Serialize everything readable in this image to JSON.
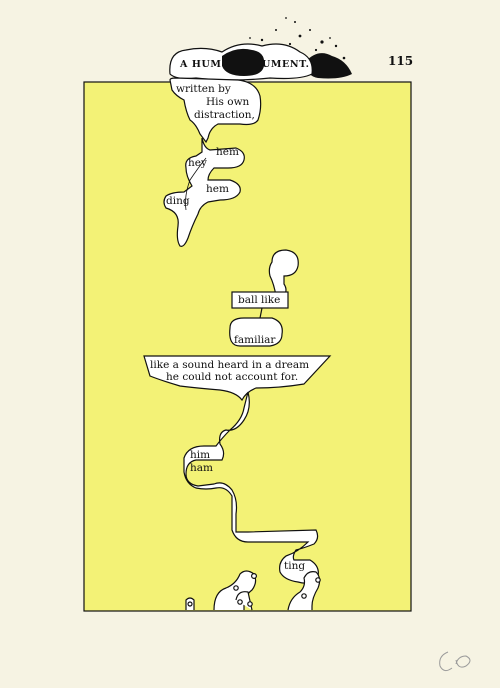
{
  "header": {
    "left": "A HUM",
    "right": "UMENT.",
    "page_number": "115"
  },
  "fragments": {
    "written_by": "written by",
    "his_own": "His own",
    "distraction": "distraction,",
    "hem1": "hem",
    "hey": "hey",
    "hem2": "hem",
    "ding": "ding",
    "ball_like": "ball like",
    "familiar": "familiar",
    "sound_line": "like a sound heard in a dream",
    "account_line": "he could not account for.",
    "him": "him",
    "ham": "ham",
    "ting": "ting"
  },
  "colors": {
    "page": "#f6f3e3",
    "paint": "#f3f276",
    "ink": "#111111",
    "bubble": "#ffffff"
  }
}
